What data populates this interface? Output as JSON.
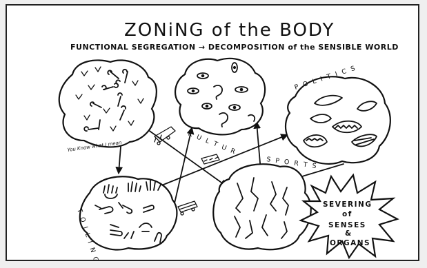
{
  "title": "ZONiNG of the BODY",
  "subtitle": "FUNCTIONAL SEGREGATION → DECOMPOSITION of the SENSIBLE WORLD",
  "zones": {
    "kultur": "K U L T U R",
    "politics": "P O L I T I C S",
    "sports": "S P O R T S",
    "toiling": "T O I L I N G .",
    "you_know": "You Know what I mean"
  },
  "starburst": {
    "line1": "SEVERING",
    "line2": "of",
    "line3": "SENSES",
    "line4": "&",
    "line5": "ORGANS"
  }
}
